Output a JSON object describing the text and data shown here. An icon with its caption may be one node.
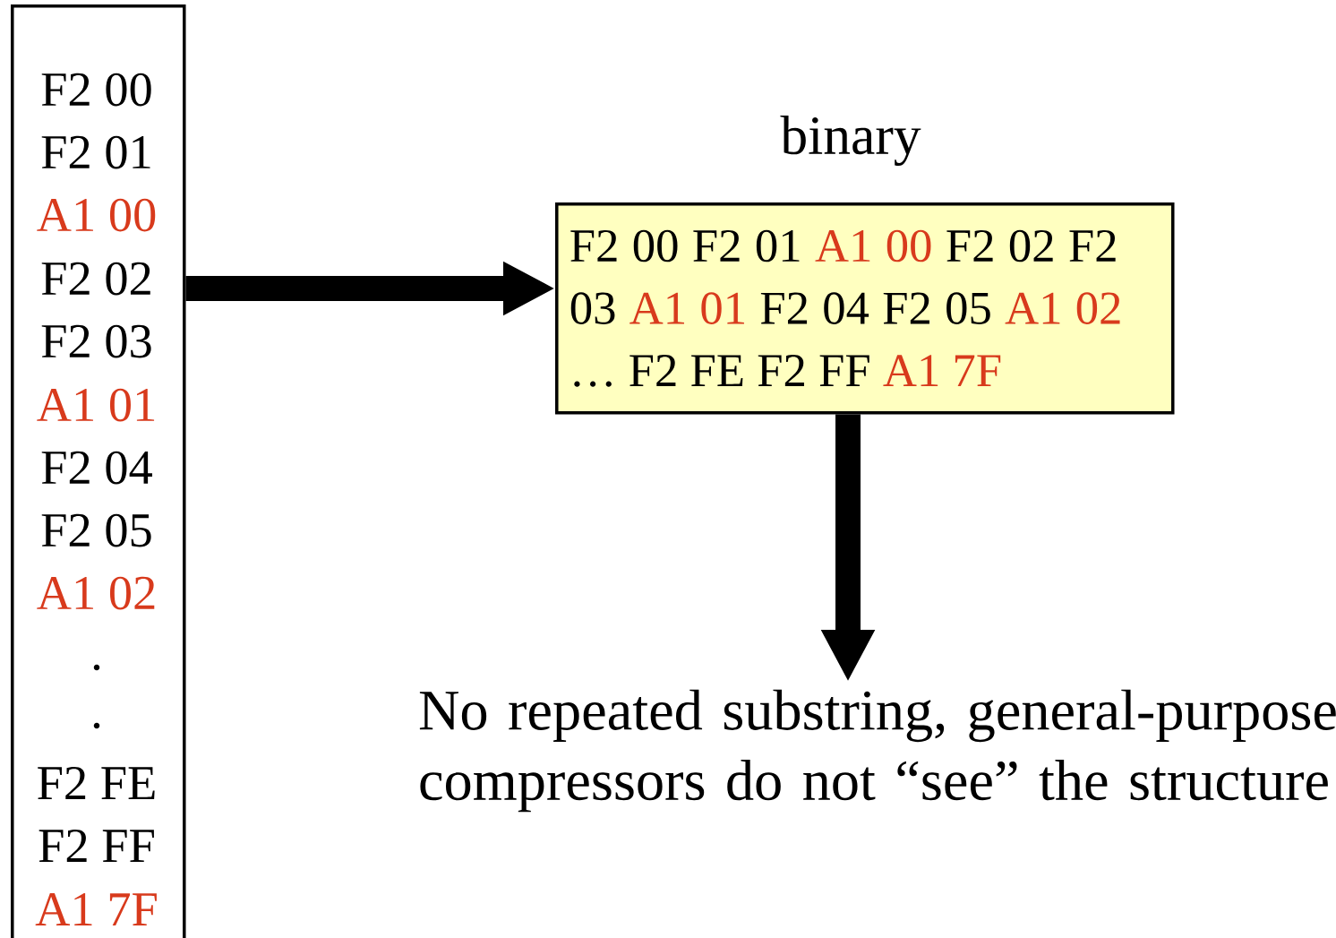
{
  "diagram": {
    "nodes": [
      {
        "text": [
          "F2 00",
          "F2 01",
          "A1 00",
          "F2 02",
          "F2 03",
          "A1 01",
          "F2 04",
          "F2 05",
          "A1 02",
          ".",
          ".",
          "F2 FE",
          "F2 FF",
          "A1 7F"
        ]
      },
      {
        "text": [
          "binary",
          "F2 00 F2 01",
          "A1 00",
          "F2 02 F2 03",
          "A1 01",
          "F2 04 F2 05",
          "A1 02",
          "… F2 FE F2 FF",
          "A1 7F"
        ]
      },
      {
        "text": [
          "No repeated substring, general-purpose compressors do not “see” the structure"
        ]
      }
    ],
    "edges": [
      {
        "from": 0,
        "to": 1,
        "arrow": "to"
      },
      {
        "from": 1,
        "to": 2,
        "arrow": "to"
      }
    ]
  }
}
